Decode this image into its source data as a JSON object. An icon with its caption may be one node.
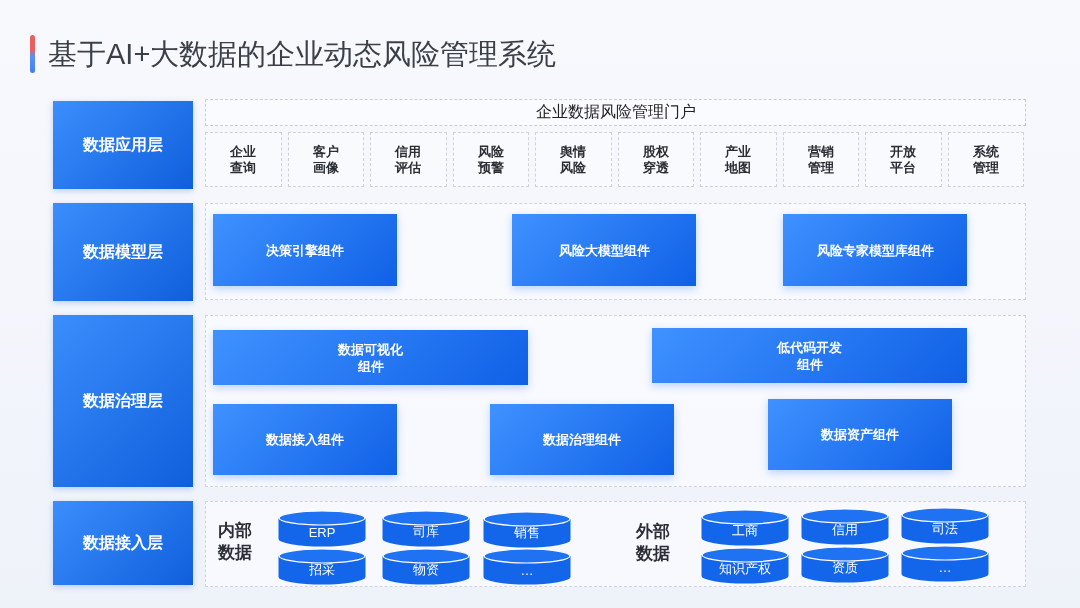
{
  "diagram": {
    "title": "基于AI+大数据的企业动态风险管理系统",
    "nodes": [
      {
        "text": [
          "数据应用层"
        ]
      },
      {
        "text": [
          "企业数据风险管理门户"
        ]
      },
      {
        "text": [
          "企业查询"
        ]
      },
      {
        "text": [
          "客户画像"
        ]
      },
      {
        "text": [
          "信用评估"
        ]
      },
      {
        "text": [
          "风险预警"
        ]
      },
      {
        "text": [
          "舆情风险"
        ]
      },
      {
        "text": [
          "股权穿透"
        ]
      },
      {
        "text": [
          "产业地图"
        ]
      },
      {
        "text": [
          "营销管理"
        ]
      },
      {
        "text": [
          "开放平台"
        ]
      },
      {
        "text": [
          "系统管理"
        ]
      },
      {
        "text": [
          "数据模型层"
        ]
      },
      {
        "text": [],
        "shape": "box"
      },
      {
        "text": [
          "决策引擎组件"
        ],
        "in": 13
      },
      {
        "text": [
          "风险大模型组件"
        ],
        "in": 13
      },
      {
        "text": [
          "风险专家模型库组件"
        ],
        "in": 13
      },
      {
        "text": [
          "数据治理层"
        ]
      },
      {
        "text": [],
        "shape": "box"
      },
      {
        "text": [
          "数据可视化组件"
        ],
        "in": 18
      },
      {
        "text": [
          "低代码开发组件"
        ],
        "in": 18
      },
      {
        "text": [
          "数据接入组件"
        ],
        "in": 18
      },
      {
        "text": [
          "数据治理组件"
        ],
        "in": 18
      },
      {
        "text": [
          "数据资产组件"
        ],
        "in": 18
      },
      {
        "text": [
          "数据接入层"
        ]
      },
      {
        "text": [],
        "shape": "box"
      },
      {
        "text": [
          "ERP"
        ],
        "in": 25
      },
      {
        "text": [
          "司库"
        ],
        "in": 25
      },
      {
        "text": [
          "销售"
        ],
        "in": 25
      },
      {
        "text": [
          "招采"
        ],
        "in": 25
      },
      {
        "text": [
          "物资"
        ],
        "in": 25
      },
      {
        "text": [
          "…"
        ],
        "in": 25
      },
      {
        "text": [
          "工商"
        ],
        "in": 25
      },
      {
        "text": [
          "信用"
        ],
        "in": 25
      },
      {
        "text": [
          "司法"
        ],
        "in": 25
      },
      {
        "text": [
          "知识产权"
        ],
        "in": 25
      },
      {
        "text": [
          "资质"
        ],
        "in": 25
      },
      {
        "text": [
          "…"
        ],
        "in": 25
      }
    ],
    "labels": [
      "内部数据",
      "外部数据"
    ]
  }
}
